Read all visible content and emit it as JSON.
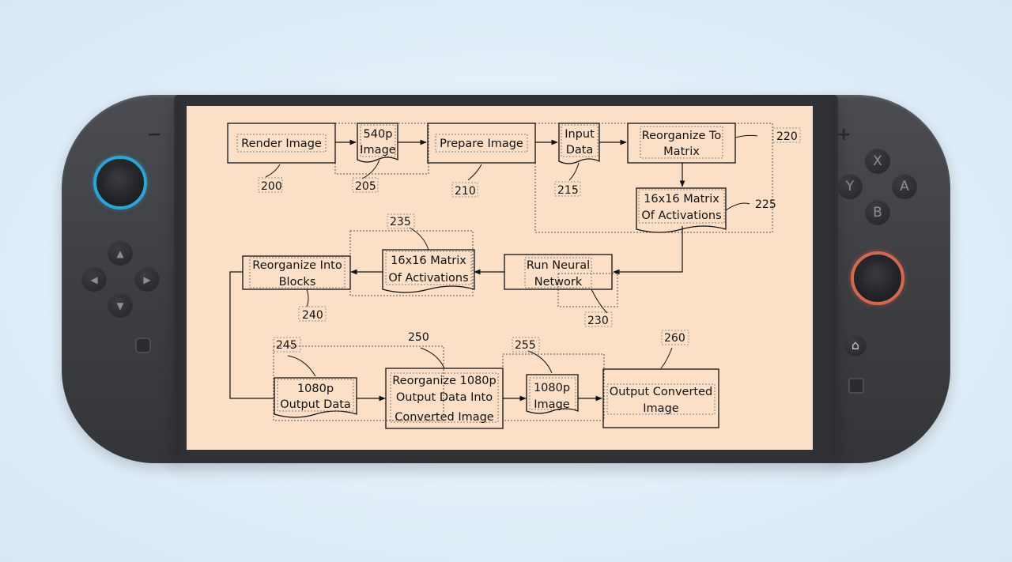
{
  "diagram": {
    "boxes": {
      "render_image": "Render Image",
      "img540_line1": "540p",
      "img540_line2": "Image",
      "prepare_image": "Prepare Image",
      "input_line1": "Input",
      "input_line2": "Data",
      "reorg_matrix_line1": "Reorganize To",
      "reorg_matrix_line2": "Matrix",
      "matrix225_line1": "16x16 Matrix",
      "matrix225_line2": "Of Activations",
      "run_nn_line1": "Run Neural",
      "run_nn_line2": "Network",
      "matrix235_line1": "16x16 Matrix",
      "matrix235_line2": "Of Activations",
      "reorg_blocks_line1": "Reorganize Into",
      "reorg_blocks_line2": "Blocks",
      "out1080_line1": "1080p",
      "out1080_line2": "Output Data",
      "reorg1080_line1": "Reorganize 1080p",
      "reorg1080_line2": "Output Data Into",
      "reorg1080_line3": "Converted Image",
      "img1080_line1": "1080p",
      "img1080_line2": "Image",
      "output_conv_line1": "Output Converted",
      "output_conv_line2": "Image"
    },
    "refs": {
      "r200": "200",
      "r205": "205",
      "r210": "210",
      "r215": "215",
      "r220": "220",
      "r225": "225",
      "r230": "230",
      "r235": "235",
      "r240": "240",
      "r245": "245",
      "r250": "250",
      "r255": "255",
      "r260": "260"
    }
  },
  "controls": {
    "minus_label": "−",
    "plus_label": "+",
    "x_label": "X",
    "y_label": "Y",
    "a_label": "A",
    "b_label": "B",
    "dpad_up_icon": "▲",
    "dpad_down_icon": "▼",
    "dpad_left_icon": "◀",
    "dpad_right_icon": "▶",
    "home_icon": "⌂"
  },
  "colors": {
    "screen_bg": "#fbdfc6",
    "left_stick_ring": "#2aa6d6",
    "right_stick_ring": "#d8674d",
    "body": "#3c3e42"
  }
}
